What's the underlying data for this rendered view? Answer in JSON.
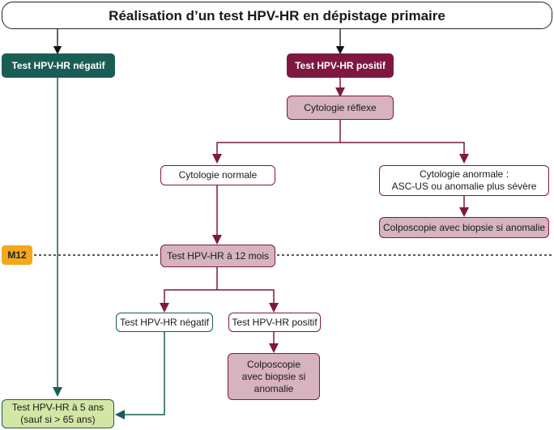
{
  "title": "Réalisation d’un test HPV-HR en dépistage primaire",
  "nodes": {
    "neg_initial": "Test HPV-HR négatif",
    "pos_initial": "Test HPV-HR positif",
    "cyto_reflexe": "Cytologie réflexe",
    "cyto_normale": "Cytologie normale",
    "cyto_anormale_line1": "Cytologie anormale :",
    "cyto_anormale_line2": "ASC-US ou anomalie plus sévère",
    "colpo_right": "Colposcopie avec biopsie si anomalie",
    "test_12": "Test HPV-HR à 12 mois",
    "neg_12": "Test HPV-HR négatif",
    "pos_12": "Test HPV-HR positif",
    "colpo_bottom": "Colposcopie avec biopsie si anomalie",
    "test_5_line1": "Test HPV-HR à 5 ans",
    "test_5_line2": "(sauf si > 65 ans)"
  },
  "milestone": "M12",
  "colors": {
    "teal": "#1a5d55",
    "wine": "#7f1840",
    "pink": "#d6b3bd",
    "green": "#d4e6a5",
    "orange": "#f3a81c"
  }
}
